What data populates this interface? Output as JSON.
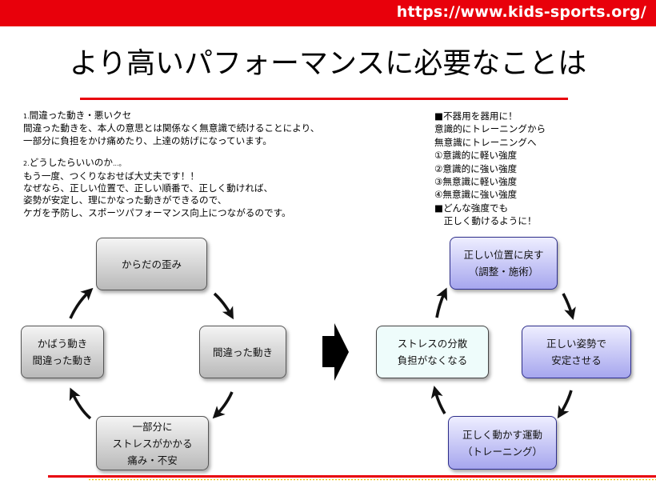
{
  "header": {
    "url": "https://www.kids-sports.org/",
    "title": "より高いパフォーマンスに必要なことは"
  },
  "left_text": {
    "s1_num": "1.",
    "s1_heading": "間違った動き・悪いクセ",
    "s1_line1": "間違った動きを、本人の意思とは関係なく無意識で続けることにより、",
    "s1_line2": "一部分に負担をかけ痛めたり、上達の妨げになっています。",
    "s2_num": "2.",
    "s2_heading": "どうしたらいいのか",
    "s2_heading_suffix": "...。",
    "s2_line1": "もう一度、つくりなおせば大丈夫です！！",
    "s2_line2": "なぜなら、正しい位置で、正しい順番で、正しく動ければ、",
    "s2_line3": "姿勢が安定し、理にかなった動きができるので、",
    "s2_line4": "ケガを予防し、スポーツパフォーマンス向上につながるのです。"
  },
  "right_text": {
    "lines": [
      "■不器用を器用に！",
      "意識的にトレーニングから",
      "無意識にトレーニングへ",
      "①意識的に軽い強度",
      "②意識的に強い強度",
      "③無意識に軽い強度",
      "④無意識に強い強度",
      "■どんな強度でも",
      "　正しく動けるように！"
    ]
  },
  "left_cycle": {
    "top": [
      "からだの歪み"
    ],
    "right": [
      "間違った動き"
    ],
    "bottom": [
      "一部分に",
      "ストレスがかかる",
      "痛み・不安"
    ],
    "left": [
      "かばう動き",
      "間違った動き"
    ]
  },
  "right_cycle": {
    "top": [
      "正しい位置に戻す",
      "（調整・施術）"
    ],
    "right": [
      "正しい姿勢で",
      "安定させる"
    ],
    "bottom": [
      "正しく動かす運動",
      "（トレーニング）"
    ],
    "left": [
      "ストレスの分散",
      "負担がなくなる"
    ]
  },
  "colors": {
    "accent_red": "#e8000b",
    "gray_box": "#c8c8c8",
    "blue_box": "#b4b4f0",
    "cyan_box": "#eefcfb"
  }
}
